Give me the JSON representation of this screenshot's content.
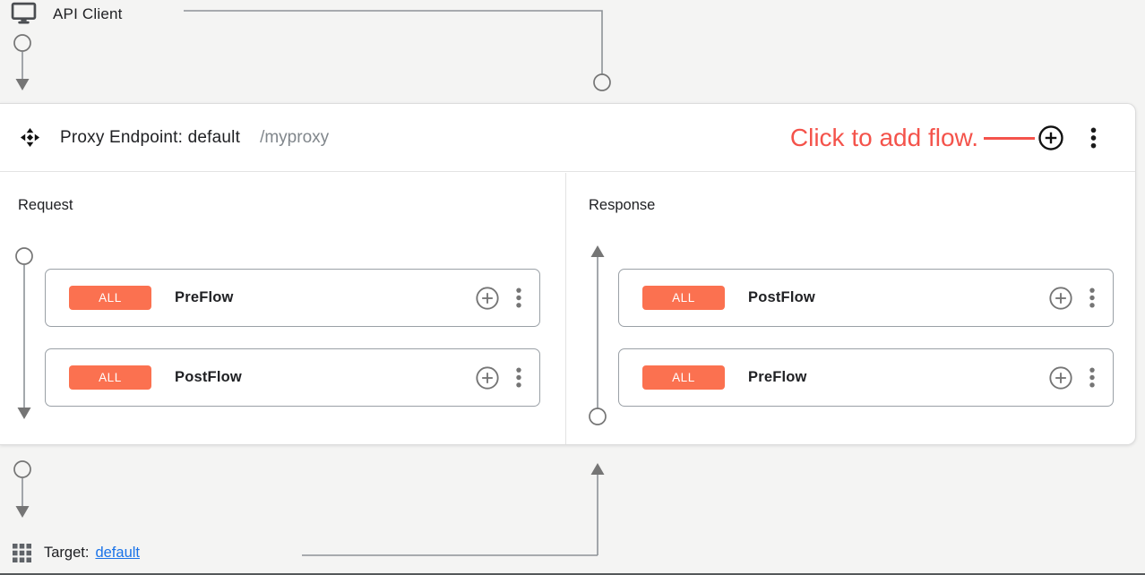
{
  "api_client": {
    "label": "API Client"
  },
  "proxy_endpoint": {
    "title": "Proxy Endpoint: default",
    "path": "/myproxy",
    "annotation": "Click to add flow.",
    "request": {
      "label": "Request",
      "flows": [
        {
          "badge": "ALL",
          "name": "PreFlow"
        },
        {
          "badge": "ALL",
          "name": "PostFlow"
        }
      ]
    },
    "response": {
      "label": "Response",
      "flows": [
        {
          "badge": "ALL",
          "name": "PostFlow"
        },
        {
          "badge": "ALL",
          "name": "PreFlow"
        }
      ]
    }
  },
  "target": {
    "label": "Target:",
    "link_text": "default"
  },
  "colors": {
    "badge_orange": "#fb7150",
    "annotation_red": "#f4534b",
    "link_blue": "#1a73e8",
    "connector_gray": "#8d9297",
    "panel_white": "#ffffff",
    "background_gray": "#f4f4f3"
  },
  "icons": [
    "monitor-icon",
    "proxy-endpoint-icon",
    "plus-circle-icon",
    "more-vert-icon",
    "apps-grid-icon"
  ]
}
